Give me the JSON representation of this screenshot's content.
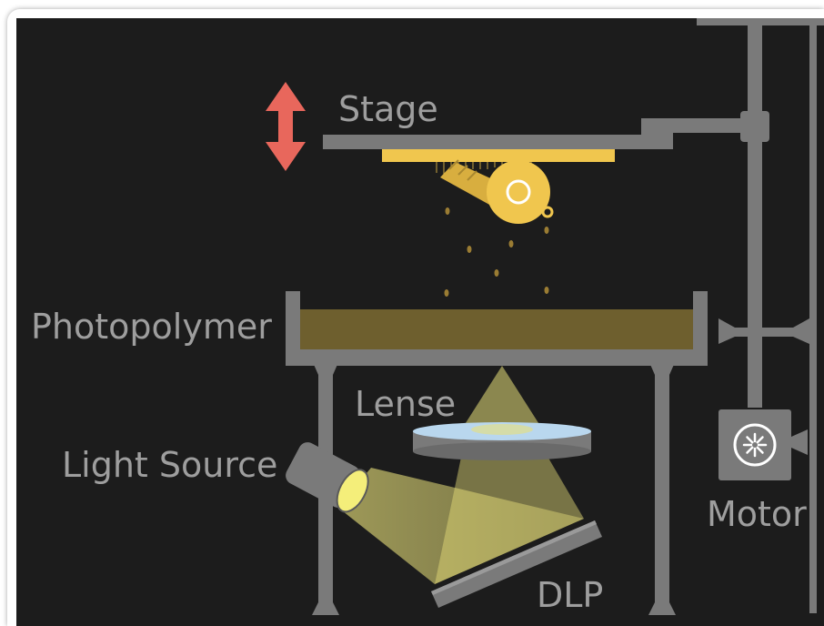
{
  "diagram": {
    "title": "",
    "labels": {
      "stage": "Stage",
      "photopolymer": "Photopolymer",
      "lense": "Lense",
      "light_source": "Light Source",
      "motor": "Motor",
      "dlp": "DLP"
    },
    "colors": {
      "background": "#1c1c1c",
      "frame_gray": "#7a7a7a",
      "label_text": "#9e9e9e",
      "arrow": "#e8675c",
      "printed_object": "#f0c64e",
      "resin": "#6e5f2e",
      "light_beam": "#e8e07a",
      "lens": "#b9d7ee"
    },
    "icons": {
      "stage_arrow": "up-down-arrow-icon",
      "motor": "fan-icon",
      "object": "whistle-icon"
    }
  }
}
